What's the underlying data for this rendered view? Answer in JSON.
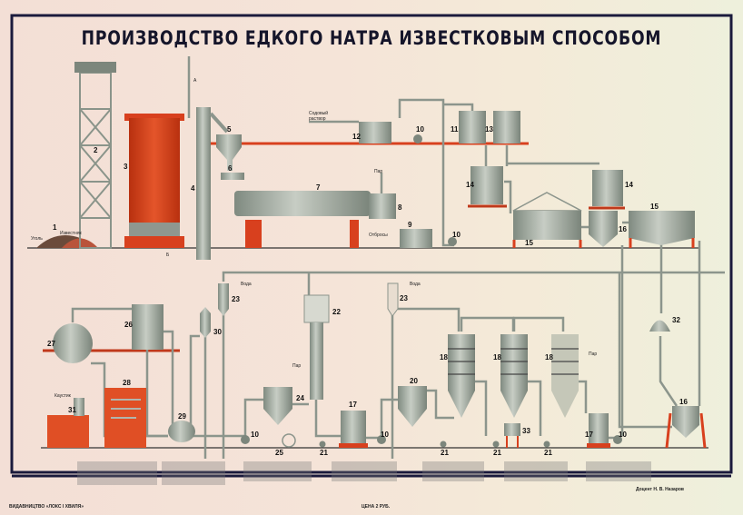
{
  "title": "ПРОИЗВОДСТВО ЕДКОГО НАТРА ИЗВЕСТКОВЫМ СПОСОБОМ",
  "annotations": {
    "coal": "Уголь",
    "limestone": "Известняк",
    "soda_solution_1": "Содовый",
    "soda_solution_2": "раствор",
    "steam": "Пар",
    "waste": "Отбросы",
    "water": "Вода",
    "caustic": "Каустик",
    "point_a": "А",
    "point_b": "Б"
  },
  "numbers": {
    "n1": "1",
    "n2": "2",
    "n3": "3",
    "n4": "4",
    "n5": "5",
    "n6": "6",
    "n7": "7",
    "n8": "8",
    "n9": "9",
    "n10": "10",
    "n11": "11",
    "n12": "12",
    "n13": "13",
    "n14": "14",
    "n15": "15",
    "n16": "16",
    "n17": "17",
    "n18": "18",
    "n20": "20",
    "n21": "21",
    "n22": "22",
    "n23": "23",
    "n24": "24",
    "n25": "25",
    "n26": "26",
    "n27": "27",
    "n28": "28",
    "n29": "29",
    "n30": "30",
    "n31": "31",
    "n32": "32",
    "n33": "33"
  },
  "footer": {
    "author": "Доцент Н. В. Назаров",
    "publisher": "ВИДАВНИЦТВО «ЛОКС І ХВИЛЯ»",
    "price": "ЦЕНА 2 РУБ."
  },
  "colors": {
    "red": "#d8401e",
    "steel": "#9aa39a",
    "frame": "#1a1a3c"
  }
}
